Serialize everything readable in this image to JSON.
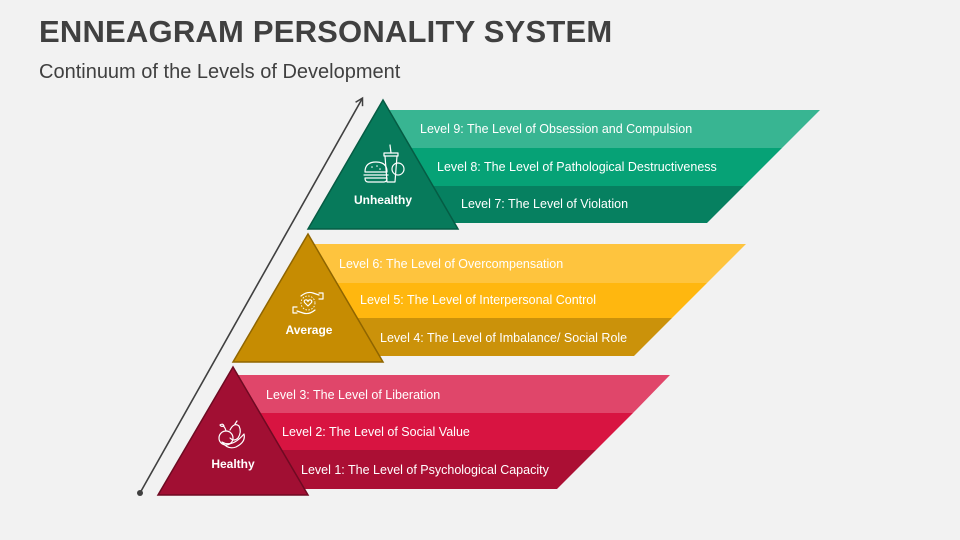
{
  "title": "ENNEAGRAM PERSONALITY SYSTEM",
  "subtitle": "Continuum of the Levels of Development",
  "groups": [
    {
      "label": "Unhealthy",
      "icon": "fast-food-icon",
      "triangle_color": "#077a5b",
      "levels": [
        {
          "label": "Level 9: The Level of Obsession and Compulsion",
          "color": "#38b592"
        },
        {
          "label": "Level 8: The Level of Pathological Destructiveness",
          "color": "#06a276"
        },
        {
          "label": "Level 7: The Level of Violation",
          "color": "#068060"
        }
      ]
    },
    {
      "label": "Average",
      "icon": "caring-hands-heart-icon",
      "triangle_color": "#c68c02",
      "levels": [
        {
          "label": "Level 6: The Level of Overcompensation",
          "color": "#fec43e"
        },
        {
          "label": "Level 5: The Level of Interpersonal Control",
          "color": "#ffb70f"
        },
        {
          "label": "Level 4: The Level of Imbalance/ Social Role",
          "color": "#cb920a"
        }
      ]
    },
    {
      "label": "Healthy",
      "icon": "fruits-vegetables-icon",
      "triangle_color": "#a10f33",
      "levels": [
        {
          "label": "Level 3: The Level of Liberation",
          "color": "#e0466a"
        },
        {
          "label": "Level 2: The Level of Social Value",
          "color": "#d81441"
        },
        {
          "label": "Level 1: The Level of Psychological Capacity",
          "color": "#ab0f34"
        }
      ]
    }
  ],
  "arrow": {
    "direction": "up-right",
    "color": "#404040"
  }
}
